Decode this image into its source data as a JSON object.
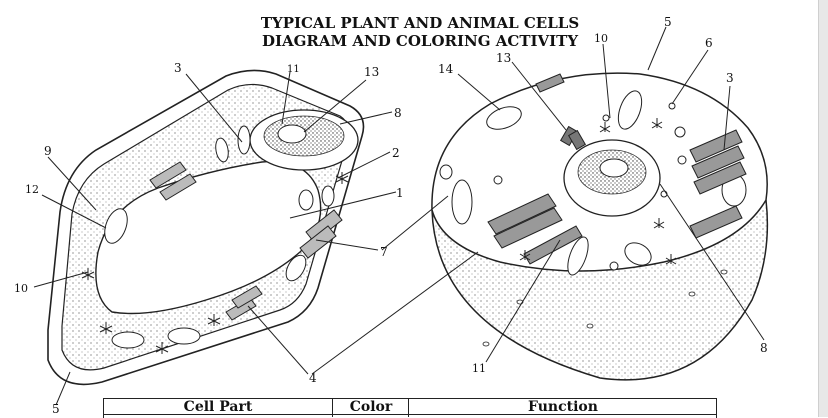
{
  "title": {
    "line1": "TYPICAL PLANT AND ANIMAL CELLS",
    "line2": "DIAGRAM AND COLORING ACTIVITY"
  },
  "plant_labels": {
    "l3": "3",
    "l11": "11",
    "l13": "13",
    "l8": "8",
    "l9": "9",
    "l12": "12",
    "l2": "2",
    "l1": "1",
    "l7": "7",
    "l10": "10",
    "l4": "4",
    "l5": "5"
  },
  "animal_labels": {
    "l14": "14",
    "l13": "13",
    "l10": "10",
    "l5": "5",
    "l6": "6",
    "l3": "3",
    "l8": "8",
    "l11": "11"
  },
  "table": {
    "headers": [
      "Cell Part",
      "Color",
      "Function"
    ]
  }
}
